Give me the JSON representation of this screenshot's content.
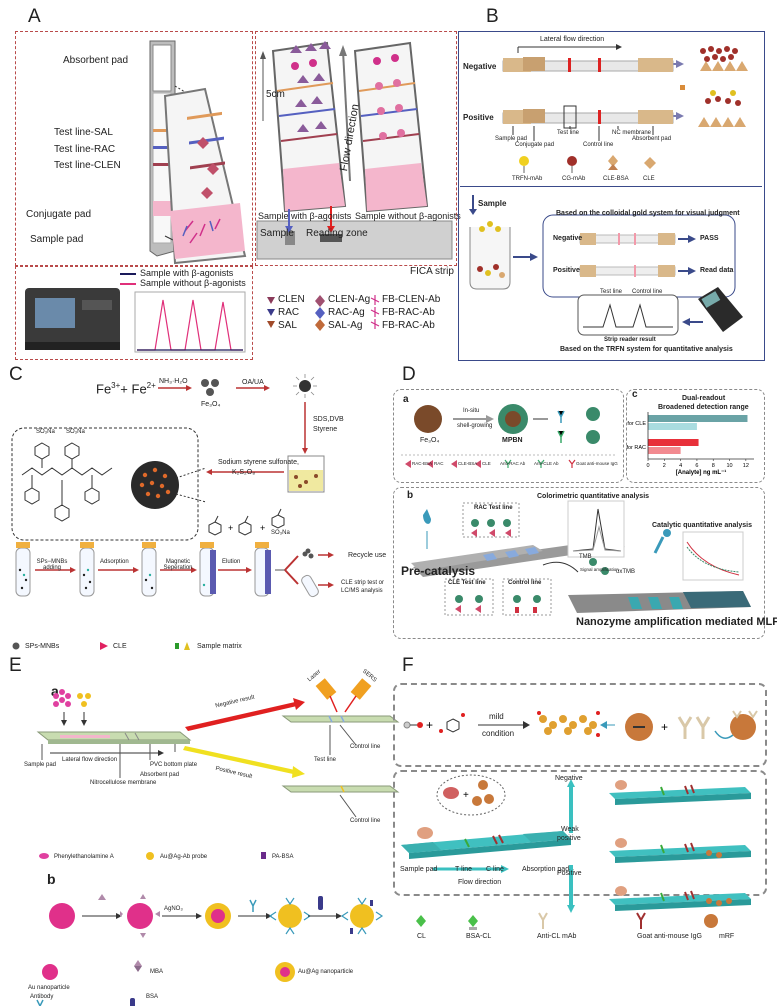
{
  "panels": {
    "A": {
      "label": "A",
      "strip_labels": [
        "Absorbent pad",
        "Test line-SAL",
        "Test line-RAC",
        "Test line-CLEN",
        "Conjugate pad",
        "Sample pad"
      ],
      "dimension": "5cm",
      "flow": "Flow direction",
      "caption_with": "Sample with β-agonists",
      "caption_without": "Sample without β-agonists",
      "sample": "Sample",
      "reading_zone": "Reading zone",
      "fica": "FICA strip",
      "reader_legend": [
        "Sample with β-agonists",
        "Sample without β-agonists"
      ],
      "legend": [
        "CLEN",
        "CLEN-Ag",
        "FB-CLEN-Ab",
        "RAC",
        "RAC-Ag",
        "FB-RAC-Ab",
        "SAL",
        "SAL-Ag",
        "FB-RAC-Ab"
      ]
    },
    "B": {
      "label": "B",
      "lateral_flow": "Lateral flow direction",
      "negative": "Negative",
      "positive": "Positive",
      "parts": [
        "Sample pad",
        "Conjugate pad",
        "Test line",
        "Control line",
        "NC membrane",
        "Absorbent pad"
      ],
      "legend": [
        "TRFN-mAb",
        "CG-mAb",
        "CLE-BSA",
        "CLE"
      ],
      "sample": "Sample",
      "colloidal": "Based on the colloidal gold system for visual judgment",
      "neg2": "Negative",
      "pass": "PASS",
      "pos2": "Positive",
      "read": "Read data",
      "test_line": "Test line",
      "control_line": "Control line",
      "reader_result": "Strip reader result",
      "trfn": "Based on the TRFN system for quantitative analysis"
    },
    "C": {
      "label": "C",
      "fe3": "Fe",
      "fe3sup": "3+",
      "plus": "+ Fe",
      "fe2sup": "2+",
      "nh": "NH₃·H₂O",
      "fe3o4": "Fe₃O₄",
      "oaua": "OA/UA",
      "sds": "SDS,DVB",
      "styrene": "Styrene",
      "so3na": "SO₃Na",
      "sss": "Sodium styrene sulfonate,",
      "k2s2o8": "K₂S₂O₈",
      "steps": [
        "SPs−MNBs adding",
        "Adsorption",
        "Magnetic Seperation",
        "Elution"
      ],
      "recycle": "Recycle use",
      "cle_strip": "CLE strip test or",
      "lcms": "LC/MS analysis",
      "legend": [
        "SPs-MNBs",
        "CLE",
        "Sample matrix"
      ]
    },
    "D": {
      "label": "D",
      "a": "a",
      "insitu": "In-situ",
      "shell": "shell-growing",
      "fe3o4": "Fe₃O₄",
      "mpbn": "MPBN",
      "legend": [
        "RAC-BSA",
        "RAC",
        "CLE-BSA",
        "CLE",
        "Anti-RAC Ab",
        "Anti-CLE Ab",
        "Goat anti-mouse IgG"
      ],
      "c": "c",
      "chart_title1": "Dual-readout",
      "chart_title2": "Broadened detection range",
      "b": "b",
      "colorimetric": "Colorimetric quantitative analysis",
      "rac_test": "RAC Test line",
      "precat": "Pre-catalysis",
      "cle_test": "CLE Test line",
      "control": "Control line",
      "tmb": "TMB",
      "signal": "Signal amplification",
      "oxtmb": "oxTMB",
      "catalytic": "Catalytic quantitative analysis",
      "nanozyme": "Nanozyme amplification mediated MLFIA"
    },
    "E": {
      "label": "E",
      "a": "a",
      "laser": "Laser",
      "sers": "SERS",
      "negative": "Negative result",
      "positive": "Positive result",
      "lateral": "Lateral flow direction",
      "sample_pad": "Sample pad",
      "pvc": "PVC bottom plate",
      "absorbent": "Absorbent pad",
      "test_line": "Test line",
      "control_line": "Control line",
      "nc": "Nitrocellulose membrane",
      "control_line2": "Control line",
      "legend1": [
        "Phenylethanolamine A",
        "Au@Ag-Ab probe",
        "PA-BSA"
      ],
      "b": "b",
      "agno3": "AgNO₃",
      "legend2": [
        "Au nanoparticle",
        "MBA",
        "Au@Ag nanoparticle",
        "Antibody",
        "BSA"
      ]
    },
    "F": {
      "label": "F",
      "mild": "mild",
      "condition": "condition",
      "sample_pad": "Sample pad",
      "t_line": "T line",
      "c_line": "C line",
      "absorption": "Absorption pad",
      "flow": "Flow direction",
      "negative": "Negative",
      "weak1": "Weak",
      "weak2": "positive",
      "positive": "Positive",
      "legend": [
        "CL",
        "BSA-CL",
        "Anti-CL mAb",
        "Goat anti-mouse IgG",
        "mRF"
      ]
    }
  },
  "chart_data": {
    "type": "bar",
    "orientation": "horizontal",
    "title": "Dual-readout Broadened detection range",
    "categories": [
      "for CLE",
      "for CLE",
      "for RAC",
      "for RAC"
    ],
    "series": [
      {
        "values": [
          12.2,
          6.0,
          6.2,
          4.0
        ]
      }
    ],
    "colors": [
      "#6aa3a6",
      "#a9dce0",
      "#e8303a",
      "#f28a90"
    ],
    "xlabel": "[Analyte] ng mL⁻¹",
    "xticks": [
      0,
      2,
      4,
      6,
      8,
      10,
      12
    ],
    "xlim": [
      0,
      13
    ]
  }
}
